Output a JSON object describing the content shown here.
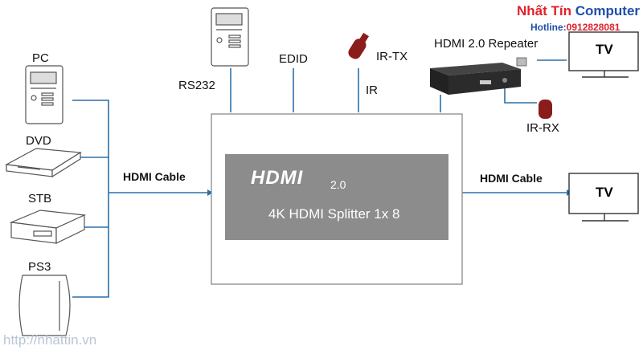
{
  "brand": {
    "name_part1": "Nhất Tín",
    "name_part2": "Computer",
    "hotline_label": "Hotline:",
    "hotline_number": "0912828081",
    "url": "http://nhattin.vn"
  },
  "sources": {
    "pc": "PC",
    "dvd": "DVD",
    "stb": "STB",
    "ps3": "PS3"
  },
  "left_cable": "HDMI Cable",
  "right_cable": "HDMI Cable",
  "top": {
    "rs232": "RS232",
    "edid": "EDID",
    "ir_tx": "IR-TX",
    "ir": "IR"
  },
  "repeater": {
    "label": "HDMI 2.0 Repeater",
    "ir_rx": "IR-RX"
  },
  "tv_label": "TV",
  "splitter": {
    "logo": "HDMI",
    "version": "2.0",
    "title": "4K HDMI Splitter 1x 8"
  },
  "colors": {
    "line": "#2b6fa8",
    "device_gray": "#7d7d7d",
    "brand_red": "#e0202a",
    "brand_blue": "#1e4fa8"
  }
}
